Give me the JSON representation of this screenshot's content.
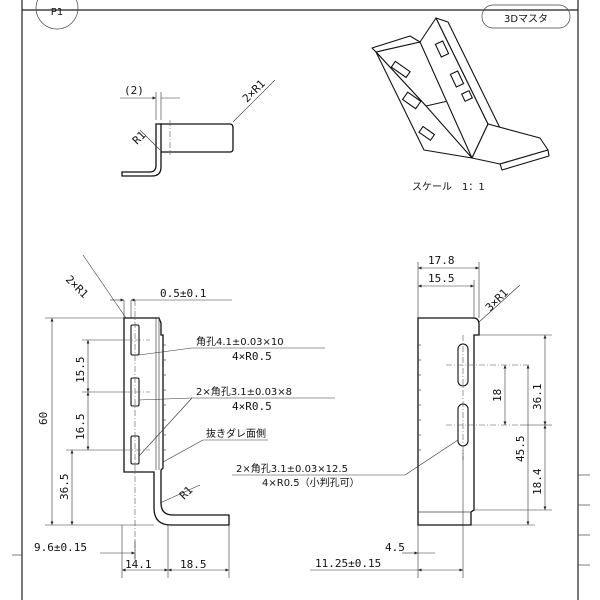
{
  "sheet": {
    "page_no": "P1",
    "model_tag": "3Dマスタ",
    "scale_label": "スケール　1：1"
  },
  "top_view": {
    "dims": {
      "gap": "(2)",
      "radius_outer": "2×R1",
      "radius_inner": "R1"
    }
  },
  "front_view": {
    "dims": {
      "corner_r": "2×R1",
      "thickness": "0.5±0.1",
      "overall_height": "60",
      "pitch_a": "15.5",
      "pitch_b": "16.5",
      "hole_ref": "36.5",
      "left_edge": "9.6±0.15",
      "foot_a": "14.1",
      "foot_b": "18.5",
      "bend_r": "R1"
    },
    "notes": {
      "square_hole_4": "角孔4.1±0.03×10",
      "square_hole_4_r": "4×R0.5",
      "square_hole_3": "2×角孔3.1±0.03×8",
      "square_hole_3_r": "4×R0.5",
      "burr_side": "抜きダレ面側"
    }
  },
  "side_view": {
    "dims": {
      "width_outer": "17.8",
      "width_inner": "15.5",
      "corner_r": "3×R1",
      "h_36_1": "36.1",
      "h_18": "18",
      "h_45_5": "45.5",
      "h_18_4": "18.4",
      "offset_4_5": "4.5",
      "offset_11_25": "11.25±0.15"
    },
    "notes": {
      "slot": "2×角孔3.1±0.03×12.5",
      "slot_r": "4×R0.5（小判孔可）"
    }
  }
}
